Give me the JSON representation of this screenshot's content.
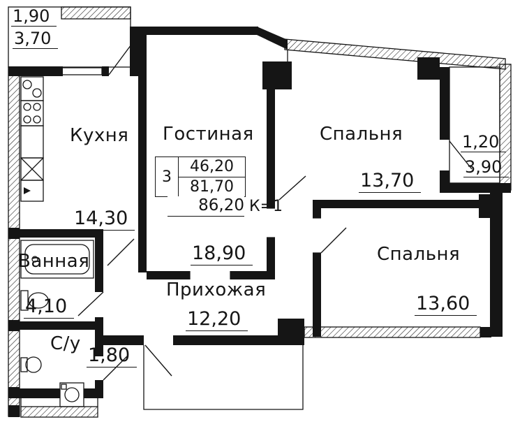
{
  "rooms": {
    "kitchen": {
      "label": "Кухня",
      "area": "14,30"
    },
    "living": {
      "label": "Гостиная",
      "area": "18,90"
    },
    "bedroom1": {
      "label": "Спальня",
      "area": "13,70"
    },
    "bedroom2": {
      "label": "Спальня",
      "area": "13,60"
    },
    "hallway": {
      "label": "Прихожая",
      "area": "12,20"
    },
    "bathroom": {
      "label": "Ванная",
      "area": "4,10"
    },
    "wc": {
      "label": "С/у",
      "area": "1,80"
    }
  },
  "balconies": {
    "top_left": {
      "width": "1,90",
      "length": "3,70"
    },
    "right": {
      "width": "1,20",
      "length": "3,90"
    }
  },
  "summary": {
    "rooms_count": "3",
    "living_area": "46,20",
    "second_area": "81,70",
    "total_area": "86,20",
    "coefficient": "К=1"
  },
  "colors": {
    "ink": "#151515",
    "background": "#ffffff"
  }
}
